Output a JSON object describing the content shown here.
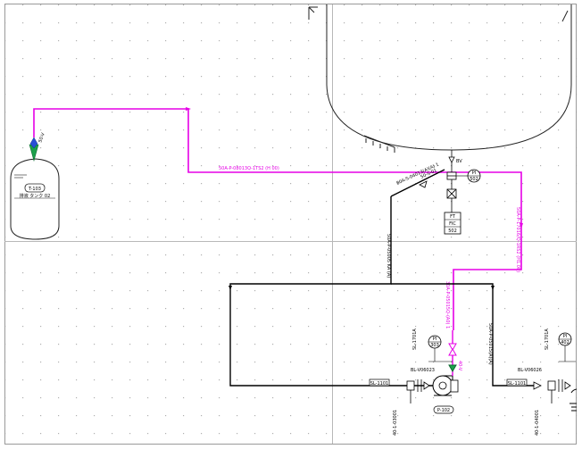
{
  "colors": {
    "process_line": "#e600e6",
    "process_line_black": "#000000",
    "equipment_stroke": "#222222",
    "grid_dot": "#b0b0b0",
    "border": "#9a9a9a",
    "valve_green": "#1ca04a",
    "valve_blue": "#2a4fd6"
  },
  "equipment": {
    "small_tank": {
      "tag": "T-103",
      "name": "排液 タンク 02"
    },
    "pump_left": {
      "tag": "P-102"
    }
  },
  "line_labels": {
    "top_horizontal": "50A-P-08013Q-1TS2 (H 00)",
    "right_vertical": "50A-P-17016/Q-1RS2 (H1.00)",
    "left_diagonal": "80A-S-04013(A)(A) 1",
    "black_vertical_left": "50A-P-05005 KA (A)",
    "magenta_vertical": "30A-P-05015Q-(A0) 1",
    "black_vertical_right": "50A-P-05015(A)(A)"
  },
  "instruments": {
    "top_pi": {
      "top": "PI",
      "bottom": "502"
    },
    "left_pi": {
      "top": "PI",
      "bottom": "303"
    },
    "right_pi": {
      "top": "PI",
      "bottom": "402"
    },
    "ftx_box": [
      "FT",
      "FIC",
      "502"
    ]
  },
  "valve_tags": {
    "v_top": "BV",
    "v_left_diag": "50-S-01",
    "v_tank": "50-V",
    "pump_disch": "40-V",
    "left_spec": "SL-1101",
    "left_suct": "BL-V06023",
    "left_vert": "40-1-03001",
    "right_spec": "SL-1101",
    "right_suct": "BL-V06026",
    "right_vert": "40-1-04001",
    "disch_a": "SL-1701A",
    "disch_b": "SL-1701A"
  }
}
